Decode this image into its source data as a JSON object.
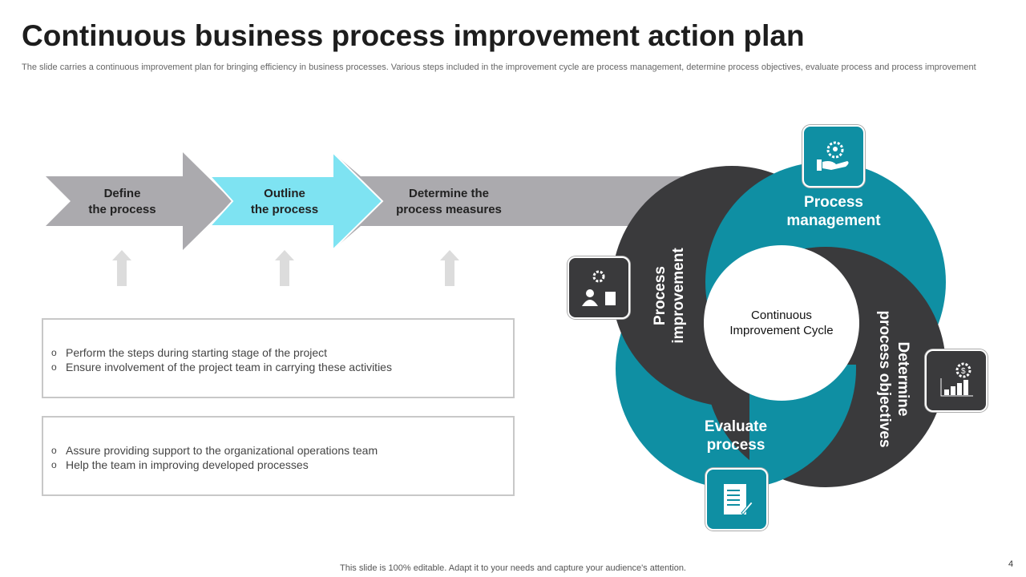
{
  "title": "Continuous business process improvement action plan",
  "subtitle": "The slide carries a continuous improvement plan for bringing efficiency in business processes. Various steps included in the improvement cycle are process management, determine process objectives, evaluate process and process improvement",
  "steps": [
    {
      "line1": "Define",
      "line2": "the process"
    },
    {
      "line1": "Outline",
      "line2": "the process"
    },
    {
      "line1": "Determine the",
      "line2": "process measures"
    }
  ],
  "boxes": [
    [
      "Perform the steps during starting stage of the project",
      "Ensure involvement of the project team in carrying these activities"
    ],
    [
      "Assure providing support to the organizational operations team",
      "Help the team in improving developed processes"
    ]
  ],
  "cycle": {
    "center1": "Continuous",
    "center2": "Improvement Cycle",
    "pm1": "Process",
    "pm2": "management",
    "dpo1": "Determine",
    "dpo2": "process objectives",
    "ep1": "Evaluate",
    "ep2": "process",
    "pi1": "Process",
    "pi2": "improvement"
  },
  "colors": {
    "teal": "#0f8fa3",
    "dark": "#3a3a3c",
    "cyan": "#7ee3f2",
    "gray": "#abaaae"
  },
  "footer": "This slide is 100% editable. Adapt it to your needs and capture your audience's attention.",
  "page_number": "4"
}
